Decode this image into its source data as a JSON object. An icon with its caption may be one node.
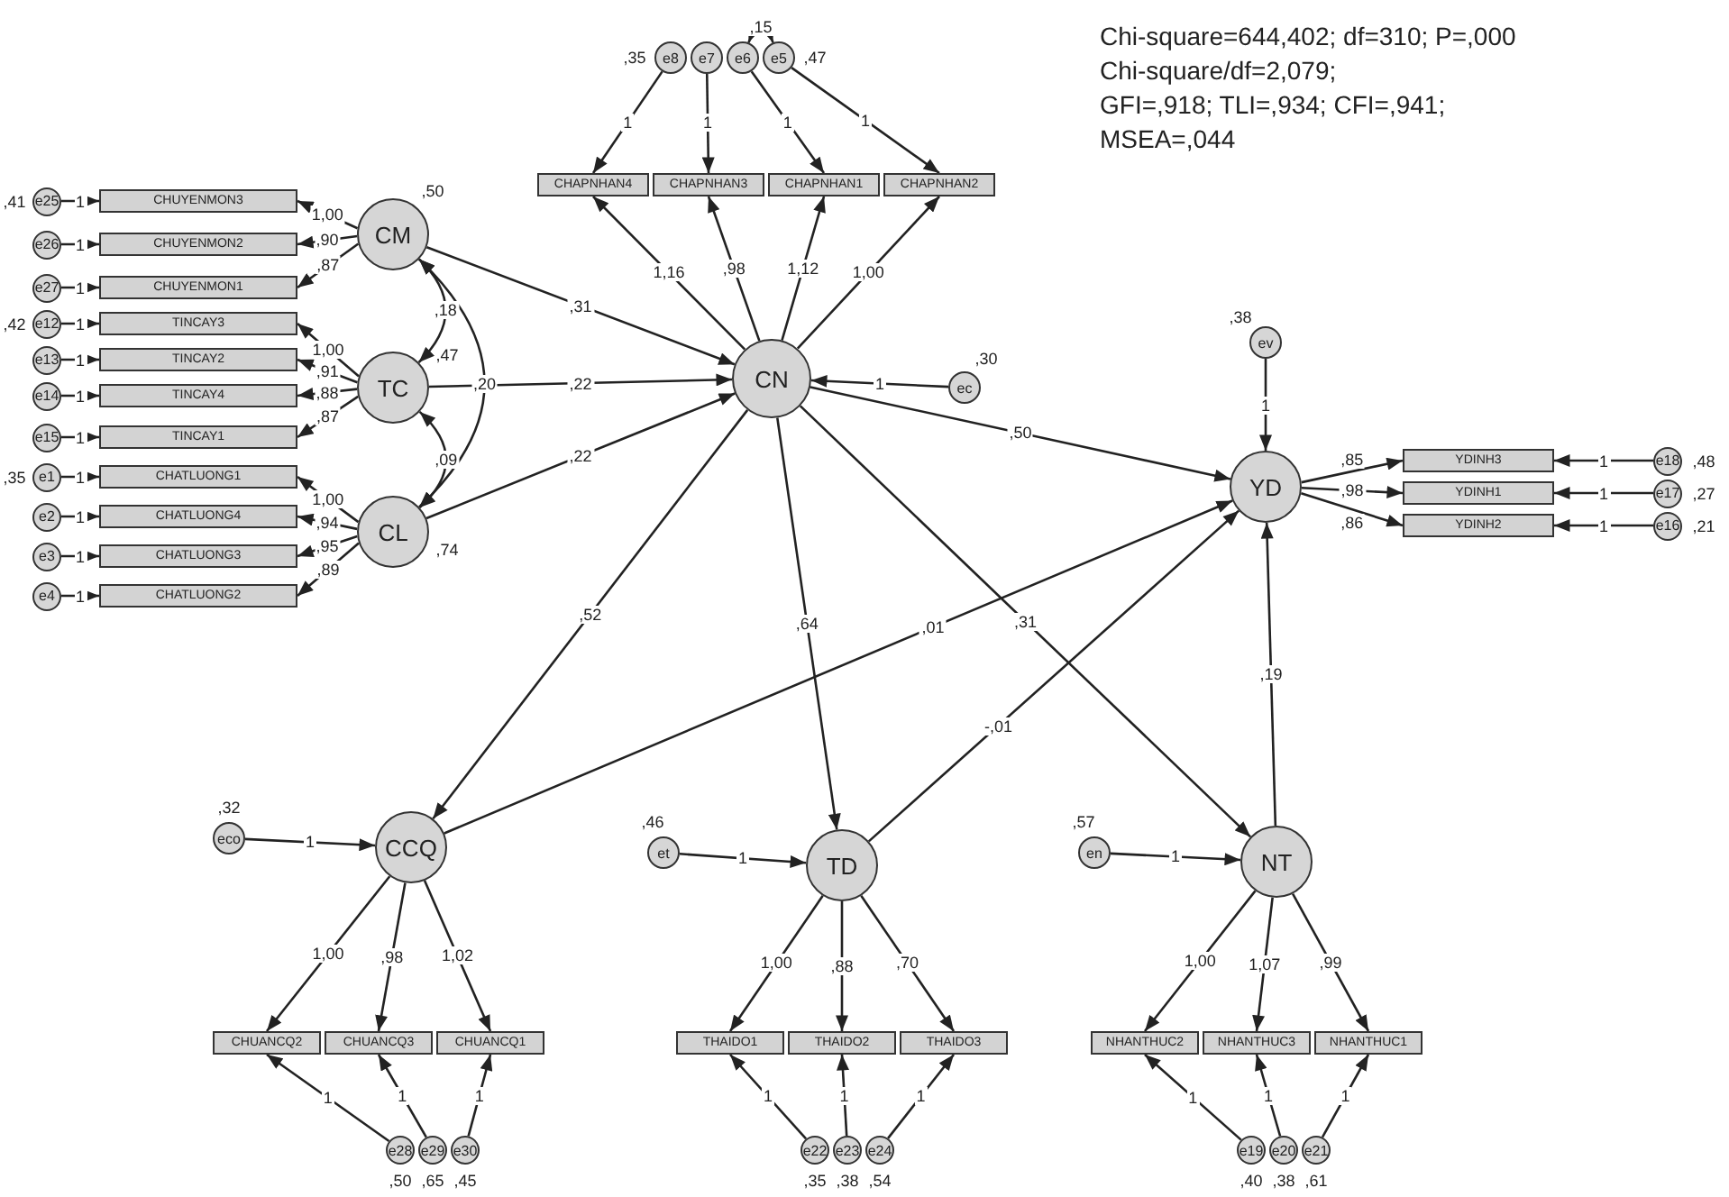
{
  "diagram": {
    "nodes": [
      {
        "text": [
          "CM"
        ],
        "beside": [
          ",50"
        ]
      },
      {
        "text": [
          "TC"
        ],
        "beside": [
          ",47"
        ]
      },
      {
        "text": [
          "CL"
        ],
        "beside": [
          ",74"
        ]
      },
      {
        "text": [
          "CN"
        ]
      },
      {
        "text": [
          "YD"
        ]
      },
      {
        "text": [
          "CCQ"
        ]
      },
      {
        "text": [
          "TD"
        ]
      },
      {
        "text": [
          "NT"
        ]
      },
      {
        "text": [
          "ec"
        ],
        "beside": [
          ",30"
        ]
      },
      {
        "text": [
          "ev"
        ],
        "beside": [
          ",38"
        ]
      },
      {
        "text": [
          "eco"
        ],
        "beside": [
          ",32"
        ]
      },
      {
        "text": [
          "et"
        ],
        "beside": [
          ",46"
        ]
      },
      {
        "text": [
          "en"
        ],
        "beside": [
          ",57"
        ]
      },
      {
        "text": [
          "CHUYENMON3"
        ]
      },
      {
        "text": [
          "CHUYENMON2"
        ]
      },
      {
        "text": [
          "CHUYENMON1"
        ]
      },
      {
        "text": [
          "TINCAY3"
        ]
      },
      {
        "text": [
          "TINCAY2"
        ]
      },
      {
        "text": [
          "TINCAY4"
        ]
      },
      {
        "text": [
          "TINCAY1"
        ]
      },
      {
        "text": [
          "CHATLUONG1"
        ]
      },
      {
        "text": [
          "CHATLUONG4"
        ]
      },
      {
        "text": [
          "CHATLUONG3"
        ]
      },
      {
        "text": [
          "CHATLUONG2"
        ]
      },
      {
        "text": [
          "CHAPNHAN4"
        ]
      },
      {
        "text": [
          "CHAPNHAN3"
        ]
      },
      {
        "text": [
          "CHAPNHAN1"
        ]
      },
      {
        "text": [
          "CHAPNHAN2"
        ]
      },
      {
        "text": [
          "YDINH3"
        ]
      },
      {
        "text": [
          "YDINH1"
        ]
      },
      {
        "text": [
          "YDINH2"
        ]
      },
      {
        "text": [
          "CHUANCQ2"
        ]
      },
      {
        "text": [
          "CHUANCQ3"
        ]
      },
      {
        "text": [
          "CHUANCQ1"
        ]
      },
      {
        "text": [
          "THAIDO1"
        ]
      },
      {
        "text": [
          "THAIDO2"
        ]
      },
      {
        "text": [
          "THAIDO3"
        ]
      },
      {
        "text": [
          "NHANTHUC2"
        ]
      },
      {
        "text": [
          "NHANTHUC3"
        ]
      },
      {
        "text": [
          "NHANTHUC1"
        ]
      },
      {
        "text": [
          "e25"
        ],
        "beside": [
          ",41"
        ]
      },
      {
        "text": [
          "e26"
        ]
      },
      {
        "text": [
          "e27"
        ]
      },
      {
        "text": [
          "e12"
        ],
        "beside": [
          ",42"
        ]
      },
      {
        "text": [
          "e13"
        ]
      },
      {
        "text": [
          "e14"
        ]
      },
      {
        "text": [
          "e15"
        ]
      },
      {
        "text": [
          "e1"
        ],
        "beside": [
          ",35"
        ]
      },
      {
        "text": [
          "e2"
        ]
      },
      {
        "text": [
          "e3"
        ]
      },
      {
        "text": [
          "e4"
        ]
      },
      {
        "text": [
          "e8"
        ],
        "beside": [
          ",35"
        ]
      },
      {
        "text": [
          "e7"
        ]
      },
      {
        "text": [
          "e6"
        ]
      },
      {
        "text": [
          "e5"
        ],
        "beside": [
          ",47"
        ]
      },
      {
        "text": [
          "e18"
        ],
        "beside": [
          ",48"
        ]
      },
      {
        "text": [
          "e17"
        ],
        "beside": [
          ",27"
        ]
      },
      {
        "text": [
          "e16"
        ],
        "beside": [
          ",21"
        ]
      },
      {
        "text": [
          "e28"
        ],
        "beside": [
          ",50"
        ]
      },
      {
        "text": [
          "e29"
        ],
        "beside": [
          ",65"
        ]
      },
      {
        "text": [
          "e30"
        ],
        "beside": [
          ",45"
        ]
      },
      {
        "text": [
          "e22"
        ],
        "beside": [
          ",35"
        ]
      },
      {
        "text": [
          "e23"
        ],
        "beside": [
          ",38"
        ]
      },
      {
        "text": [
          "e24"
        ],
        "beside": [
          ",54"
        ]
      },
      {
        "text": [
          "e19"
        ],
        "beside": [
          ",40"
        ]
      },
      {
        "text": [
          "e20"
        ],
        "beside": [
          ",38"
        ]
      },
      {
        "text": [
          "e21"
        ],
        "beside": [
          ",61"
        ]
      }
    ],
    "edges": [
      {
        "from": 0,
        "to": 13,
        "arrow": "to",
        "label": "1,00"
      },
      {
        "from": 0,
        "to": 14,
        "arrow": "to",
        "label": ",90"
      },
      {
        "from": 0,
        "to": 15,
        "arrow": "to",
        "label": ",87"
      },
      {
        "from": 1,
        "to": 16,
        "arrow": "to",
        "label": "1,00"
      },
      {
        "from": 1,
        "to": 17,
        "arrow": "to",
        "label": ",91"
      },
      {
        "from": 1,
        "to": 18,
        "arrow": "to",
        "label": ",88"
      },
      {
        "from": 1,
        "to": 19,
        "arrow": "to",
        "label": ",87"
      },
      {
        "from": 2,
        "to": 20,
        "arrow": "to",
        "label": "1,00"
      },
      {
        "from": 2,
        "to": 21,
        "arrow": "to",
        "label": ",94"
      },
      {
        "from": 2,
        "to": 22,
        "arrow": "to",
        "label": ",95"
      },
      {
        "from": 2,
        "to": 23,
        "arrow": "to",
        "label": ",89"
      },
      {
        "from": 3,
        "to": 24,
        "arrow": "to",
        "label": "1,16"
      },
      {
        "from": 3,
        "to": 25,
        "arrow": "to",
        "label": ",98"
      },
      {
        "from": 3,
        "to": 26,
        "arrow": "to",
        "label": "1,12"
      },
      {
        "from": 3,
        "to": 27,
        "arrow": "to",
        "label": "1,00"
      },
      {
        "from": 4,
        "to": 28,
        "arrow": "to",
        "label": ",85"
      },
      {
        "from": 4,
        "to": 29,
        "arrow": "to",
        "label": ",98"
      },
      {
        "from": 4,
        "to": 30,
        "arrow": "to",
        "label": ",86"
      },
      {
        "from": 5,
        "to": 31,
        "arrow": "to",
        "label": "1,00"
      },
      {
        "from": 5,
        "to": 32,
        "arrow": "to",
        "label": ",98"
      },
      {
        "from": 5,
        "to": 33,
        "arrow": "to",
        "label": "1,02"
      },
      {
        "from": 6,
        "to": 34,
        "arrow": "to",
        "label": "1,00"
      },
      {
        "from": 6,
        "to": 35,
        "arrow": "to",
        "label": ",88"
      },
      {
        "from": 6,
        "to": 36,
        "arrow": "to",
        "label": ",70"
      },
      {
        "from": 7,
        "to": 37,
        "arrow": "to",
        "label": "1,00"
      },
      {
        "from": 7,
        "to": 38,
        "arrow": "to",
        "label": "1,07"
      },
      {
        "from": 7,
        "to": 39,
        "arrow": "to",
        "label": ",99"
      },
      {
        "from": 40,
        "to": 13,
        "arrow": "to",
        "label": "1"
      },
      {
        "from": 41,
        "to": 14,
        "arrow": "to",
        "label": "1"
      },
      {
        "from": 42,
        "to": 15,
        "arrow": "to",
        "label": "1"
      },
      {
        "from": 43,
        "to": 16,
        "arrow": "to",
        "label": "1"
      },
      {
        "from": 44,
        "to": 17,
        "arrow": "to",
        "label": "1"
      },
      {
        "from": 45,
        "to": 18,
        "arrow": "to",
        "label": "1"
      },
      {
        "from": 46,
        "to": 19,
        "arrow": "to",
        "label": "1"
      },
      {
        "from": 47,
        "to": 20,
        "arrow": "to",
        "label": "1"
      },
      {
        "from": 48,
        "to": 21,
        "arrow": "to",
        "label": "1"
      },
      {
        "from": 49,
        "to": 22,
        "arrow": "to",
        "label": "1"
      },
      {
        "from": 50,
        "to": 23,
        "arrow": "to",
        "label": "1"
      },
      {
        "from": 51,
        "to": 24,
        "arrow": "to",
        "label": "1"
      },
      {
        "from": 52,
        "to": 25,
        "arrow": "to",
        "label": "1"
      },
      {
        "from": 53,
        "to": 26,
        "arrow": "to",
        "label": "1"
      },
      {
        "from": 54,
        "to": 27,
        "arrow": "to",
        "label": "1"
      },
      {
        "from": 55,
        "to": 28,
        "arrow": "to",
        "label": "1"
      },
      {
        "from": 56,
        "to": 29,
        "arrow": "to",
        "label": "1"
      },
      {
        "from": 57,
        "to": 30,
        "arrow": "to",
        "label": "1"
      },
      {
        "from": 58,
        "to": 31,
        "arrow": "to",
        "label": "1"
      },
      {
        "from": 59,
        "to": 32,
        "arrow": "to",
        "label": "1"
      },
      {
        "from": 60,
        "to": 33,
        "arrow": "to",
        "label": "1"
      },
      {
        "from": 61,
        "to": 34,
        "arrow": "to",
        "label": "1"
      },
      {
        "from": 62,
        "to": 35,
        "arrow": "to",
        "label": "1"
      },
      {
        "from": 63,
        "to": 36,
        "arrow": "to",
        "label": "1"
      },
      {
        "from": 64,
        "to": 37,
        "arrow": "to",
        "label": "1"
      },
      {
        "from": 65,
        "to": 38,
        "arrow": "to",
        "label": "1"
      },
      {
        "from": 66,
        "to": 39,
        "arrow": "to",
        "label": "1"
      },
      {
        "from": 0,
        "to": 3,
        "arrow": "to",
        "label": ",31"
      },
      {
        "from": 1,
        "to": 3,
        "arrow": "to",
        "label": ",22"
      },
      {
        "from": 2,
        "to": 3,
        "arrow": "to",
        "label": ",22"
      },
      {
        "from": 3,
        "to": 4,
        "arrow": "to",
        "label": ",50"
      },
      {
        "from": 3,
        "to": 5,
        "arrow": "to",
        "label": ",52"
      },
      {
        "from": 3,
        "to": 6,
        "arrow": "to",
        "label": ",64"
      },
      {
        "from": 3,
        "to": 7,
        "arrow": "to",
        "label": ",31"
      },
      {
        "from": 5,
        "to": 4,
        "arrow": "to",
        "label": ",01"
      },
      {
        "from": 6,
        "to": 4,
        "arrow": "to",
        "label": "-,01"
      },
      {
        "from": 7,
        "to": 4,
        "arrow": "to",
        "label": ",19"
      },
      {
        "from": 8,
        "to": 3,
        "arrow": "to",
        "label": "1"
      },
      {
        "from": 9,
        "to": 4,
        "arrow": "to",
        "label": "1"
      },
      {
        "from": 10,
        "to": 5,
        "arrow": "to",
        "label": "1"
      },
      {
        "from": 11,
        "to": 6,
        "arrow": "to",
        "label": "1"
      },
      {
        "from": 12,
        "to": 7,
        "arrow": "to",
        "label": "1"
      },
      {
        "from": 0,
        "to": 1,
        "arrow": "both",
        "label": ",18"
      },
      {
        "from": 1,
        "to": 2,
        "arrow": "both",
        "label": ",09"
      },
      {
        "from": 0,
        "to": 2,
        "arrow": "both",
        "label": ",20"
      },
      {
        "from": 53,
        "to": 54,
        "arrow": "both",
        "label": ",15"
      }
    ],
    "labels": [
      "Chi-square=644,402; df=310; P=,000",
      "Chi-square/df=2,079;",
      "GFI=,918; TLI=,934; CFI=,941;",
      "MSEA=,044"
    ]
  }
}
